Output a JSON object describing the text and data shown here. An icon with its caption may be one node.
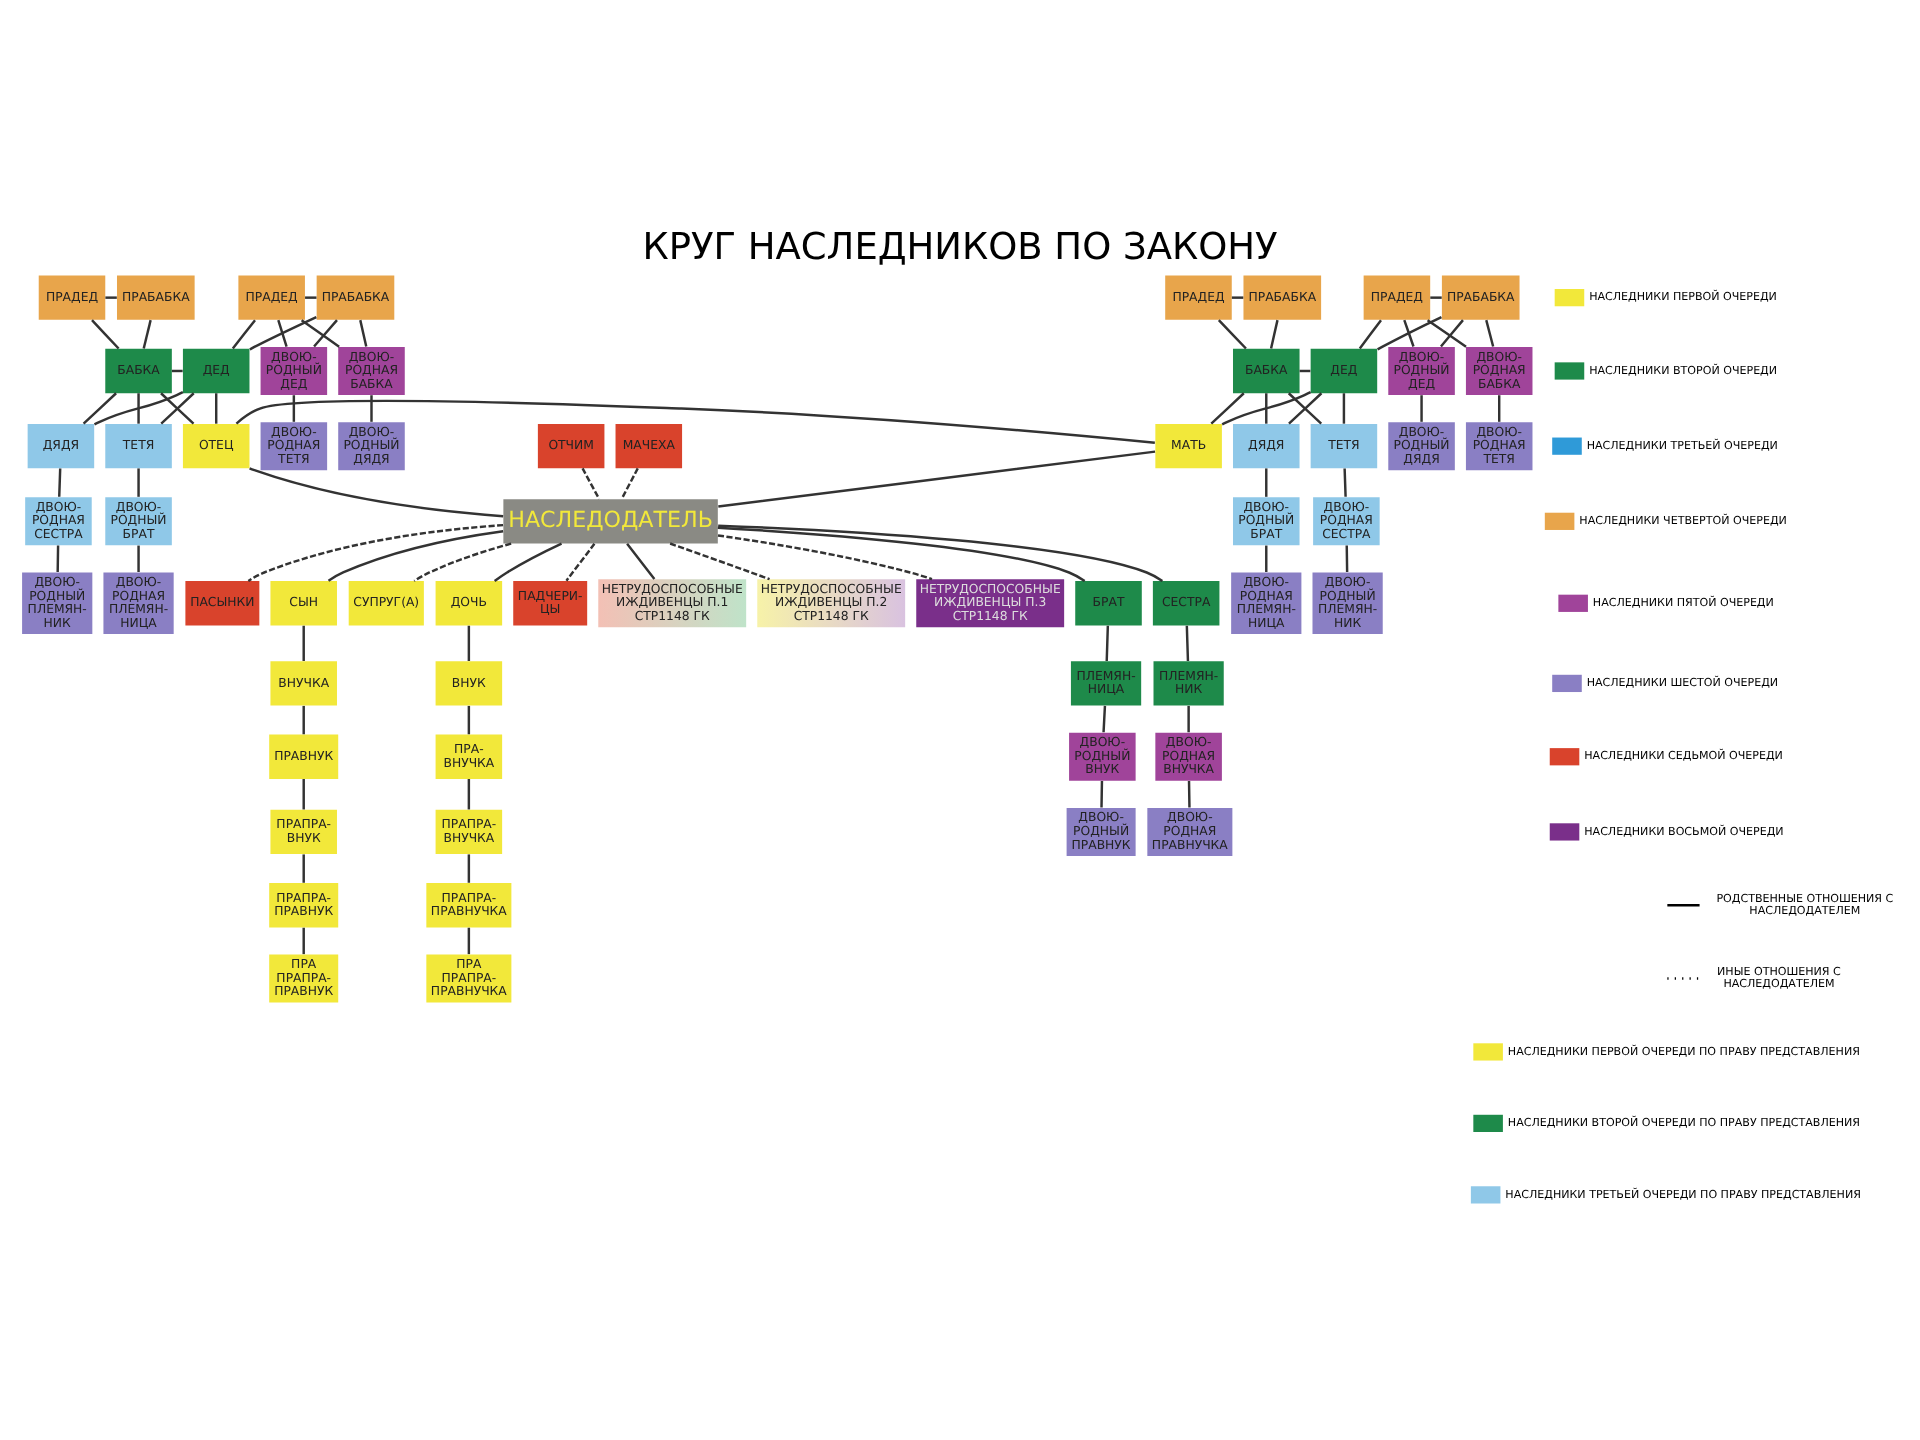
{
  "diagram": {
    "title": "КРУГ НАСЛЕДНИКОВ ПО ЗАКОНУ",
    "nodes": [
      {
        "text": [
          "ПРАДЕД"
        ]
      },
      {
        "text": [
          "ПРАБАБКА"
        ]
      },
      {
        "text": [
          "ДВОЮ- РОДНЫЙ ДЕД"
        ]
      },
      {
        "text": [
          "ДВОЮ- РОДНАЯ БАБКА"
        ]
      },
      {
        "text": [
          "ДЕД"
        ]
      },
      {
        "text": [
          "ПРАДЕД"
        ]
      },
      {
        "text": [
          "ПРАБАБКА"
        ]
      },
      {
        "text": [
          "БАБКА"
        ]
      },
      {
        "text": [
          "ДВОЮ- РОДНАЯ ТЕТЯ"
        ]
      },
      {
        "text": [
          "ДВОЮ- РОДНЫЙ ДЯДЯ"
        ]
      },
      {
        "text": [
          "ДЯДЯ"
        ]
      },
      {
        "text": [
          "ТЕТЯ"
        ]
      },
      {
        "text": [
          "ОТЕЦ"
        ]
      },
      {
        "text": [
          "ДВОЮ- РОДНАЯ СЕСТРА"
        ]
      },
      {
        "text": [
          "ДВОЮ- РОДНЫЙ БРАТ"
        ]
      },
      {
        "text": [
          "ДВОЮ- РОДНЫЙ ПЛЕМЯН- НИК"
        ]
      },
      {
        "text": [
          "ДВОЮ- РОДНАЯ ПЛЕМЯН- НИЦА"
        ]
      },
      {
        "text": [
          "ОТЧИМ"
        ]
      },
      {
        "text": [
          "МАЧЕХА"
        ]
      },
      {
        "text": [
          "ПРАДЕД"
        ]
      },
      {
        "text": [
          "ПРАБАБКА"
        ]
      },
      {
        "text": [
          "БАБКА"
        ]
      },
      {
        "text": [
          "ПРАДЕД"
        ]
      },
      {
        "text": [
          "ПРАБАБКА"
        ]
      },
      {
        "text": [
          "ДЕД"
        ]
      },
      {
        "text": [
          "ДВОЮ- РОДНАЯ БАБКА"
        ]
      },
      {
        "text": [
          "ДВОЮ- РОДНЫЙ ДЕД"
        ]
      },
      {
        "text": [
          "ДВОЮ- РОДНАЯ ТЕТЯ"
        ]
      },
      {
        "text": [
          "ДВОЮ- РОДНЫЙ ДЯДЯ"
        ]
      },
      {
        "text": [
          "МАТЬ"
        ]
      },
      {
        "text": [
          "ДЯДЯ"
        ]
      },
      {
        "text": [
          "ТЕТЯ"
        ]
      },
      {
        "text": [
          "ДВОЮ- РОДНЫЙ БРАТ"
        ]
      },
      {
        "text": [
          "ДВОЮ- РОДНАЯ СЕСТРА"
        ]
      },
      {
        "text": [
          "ДВОЮ- РОДНАЯ ПЛЕМЯН- НИЦА"
        ]
      },
      {
        "text": [
          "ДВОЮ- РОДНЫЙ ПЛЕМЯН- НИК"
        ]
      },
      {
        "text": [
          "НАСЛЕДОДАТЕЛЬ"
        ]
      },
      {
        "text": [
          "БРАТ"
        ]
      },
      {
        "text": [
          "ПЛЕМЯН- НИЦА"
        ]
      },
      {
        "text": [
          "ДВОЮ- РОДНЫЙ ВНУК"
        ]
      },
      {
        "text": [
          "ДВОЮ- РОДНЫЙ ПРАВНУК"
        ]
      },
      {
        "text": [
          "СЕСТРА"
        ]
      },
      {
        "text": [
          "ПЛЕМЯН- НИК"
        ]
      },
      {
        "text": [
          "ДВОЮ- РОДНАЯ ВНУЧКА"
        ]
      },
      {
        "text": [
          "ДВОЮ- РОДНАЯ ПРАВНУЧКА"
        ]
      },
      {
        "text": [
          "ПАСЫНКИ"
        ]
      },
      {
        "text": [
          "СЫН"
        ]
      },
      {
        "text": [
          "СУПРУГ(А)"
        ]
      },
      {
        "text": [
          "ДОЧЬ"
        ]
      },
      {
        "text": [
          "ПАДЧЕРИ- ЦЫ"
        ]
      },
      {
        "text": [
          "ВНУЧКА"
        ]
      },
      {
        "text": [
          "ПРАВНУК"
        ]
      },
      {
        "text": [
          "ПРАПРА- ВНУК"
        ]
      },
      {
        "text": [
          "ПРАПРА- ПРАВНУК"
        ]
      },
      {
        "text": [
          "ПРА ПРАПРА- ПРАВНУК"
        ]
      },
      {
        "text": [
          "ВНУК"
        ]
      },
      {
        "text": [
          "ПРА- ВНУЧКА"
        ]
      },
      {
        "text": [
          "ПРАПРА- ВНУЧКА"
        ]
      },
      {
        "text": [
          "ПРАПРА- ПРАВНУЧКА"
        ]
      },
      {
        "text": [
          "ПРА ПРАПРА- ПРАВНУЧКА"
        ]
      },
      {
        "text": [
          "НЕТРУДОСПОСОБНЫЕ ИЖДИВЕНЦЫ П.1 СТР1148 ГК"
        ]
      },
      {
        "text": [
          "НЕТРУДОСПОСОБНЫЕ ИЖДИВЕНЦЫ П.2 СТР1148 ГК"
        ]
      },
      {
        "text": [
          "НЕТРУДОСПОСОБНЫЕ ИЖДИВЕНЦЫ П.3 СТР1148 ГК"
        ]
      }
    ],
    "edges": [
      {
        "from": 0,
        "to": 1,
        "arrow": "none"
      },
      {
        "from": 0,
        "to": 2,
        "arrow": "none"
      },
      {
        "from": 1,
        "to": 2,
        "arrow": "none"
      },
      {
        "from": 0,
        "to": 3,
        "arrow": "none"
      },
      {
        "from": 1,
        "to": 3,
        "arrow": "none"
      },
      {
        "from": 0,
        "to": 4,
        "arrow": "none"
      },
      {
        "from": 1,
        "to": 4,
        "arrow": "none"
      },
      {
        "from": 5,
        "to": 6,
        "arrow": "none"
      },
      {
        "from": 5,
        "to": 7,
        "arrow": "none"
      },
      {
        "from": 6,
        "to": 7,
        "arrow": "none"
      },
      {
        "from": 2,
        "to": 8,
        "arrow": "none"
      },
      {
        "from": 3,
        "to": 9,
        "arrow": "none"
      },
      {
        "from": 4,
        "to": 7,
        "arrow": "none"
      },
      {
        "from": 4,
        "to": 10,
        "arrow": "none"
      },
      {
        "from": 7,
        "to": 10,
        "arrow": "none"
      },
      {
        "from": 4,
        "to": 11,
        "arrow": "none"
      },
      {
        "from": 7,
        "to": 11,
        "arrow": "none"
      },
      {
        "from": 4,
        "to": 12,
        "arrow": "none"
      },
      {
        "from": 7,
        "to": 12,
        "arrow": "none"
      },
      {
        "from": 10,
        "to": 13,
        "arrow": "none"
      },
      {
        "from": 11,
        "to": 14,
        "arrow": "none"
      },
      {
        "from": 13,
        "to": 15,
        "arrow": "none"
      },
      {
        "from": 14,
        "to": 16,
        "arrow": "none"
      },
      {
        "from": 19,
        "to": 20,
        "arrow": "none"
      },
      {
        "from": 19,
        "to": 21,
        "arrow": "none"
      },
      {
        "from": 20,
        "to": 21,
        "arrow": "none"
      },
      {
        "from": 22,
        "to": 23,
        "arrow": "none"
      },
      {
        "from": 22,
        "to": 24,
        "arrow": "none"
      },
      {
        "from": 23,
        "to": 24,
        "arrow": "none"
      },
      {
        "from": 22,
        "to": 25,
        "arrow": "none"
      },
      {
        "from": 23,
        "to": 25,
        "arrow": "none"
      },
      {
        "from": 22,
        "to": 26,
        "arrow": "none"
      },
      {
        "from": 23,
        "to": 26,
        "arrow": "none"
      },
      {
        "from": 25,
        "to": 27,
        "arrow": "none"
      },
      {
        "from": 26,
        "to": 28,
        "arrow": "none"
      },
      {
        "from": 21,
        "to": 24,
        "arrow": "none"
      },
      {
        "from": 21,
        "to": 29,
        "arrow": "none"
      },
      {
        "from": 24,
        "to": 29,
        "arrow": "none"
      },
      {
        "from": 21,
        "to": 30,
        "arrow": "none"
      },
      {
        "from": 24,
        "to": 30,
        "arrow": "none"
      },
      {
        "from": 21,
        "to": 31,
        "arrow": "none"
      },
      {
        "from": 24,
        "to": 31,
        "arrow": "none"
      },
      {
        "from": 30,
        "to": 32,
        "arrow": "none"
      },
      {
        "from": 31,
        "to": 33,
        "arrow": "none"
      },
      {
        "from": 32,
        "to": 34,
        "arrow": "none"
      },
      {
        "from": 33,
        "to": 35,
        "arrow": "none"
      },
      {
        "from": 12,
        "to": 29,
        "arrow": "none"
      },
      {
        "from": 12,
        "to": 36,
        "arrow": "none"
      },
      {
        "from": 29,
        "to": 36,
        "arrow": "none"
      },
      {
        "from": 17,
        "to": 36,
        "arrow": "none",
        "style": "dashed"
      },
      {
        "from": 18,
        "to": 36,
        "arrow": "none",
        "style": "dashed"
      },
      {
        "from": 36,
        "to": 37,
        "arrow": "none"
      },
      {
        "from": 37,
        "to": 38,
        "arrow": "none"
      },
      {
        "from": 38,
        "to": 39,
        "arrow": "none"
      },
      {
        "from": 39,
        "to": 40,
        "arrow": "none"
      },
      {
        "from": 36,
        "to": 41,
        "arrow": "none"
      },
      {
        "from": 41,
        "to": 42,
        "arrow": "none"
      },
      {
        "from": 42,
        "to": 43,
        "arrow": "none"
      },
      {
        "from": 43,
        "to": 44,
        "arrow": "none"
      },
      {
        "from": 36,
        "to": 45,
        "arrow": "none",
        "style": "dashed"
      },
      {
        "from": 36,
        "to": 46,
        "arrow": "none"
      },
      {
        "from": 36,
        "to": 47,
        "arrow": "none",
        "style": "dashed"
      },
      {
        "from": 36,
        "to": 48,
        "arrow": "none"
      },
      {
        "from": 36,
        "to": 49,
        "arrow": "none",
        "style": "dashed"
      },
      {
        "from": 46,
        "to": 50,
        "arrow": "none"
      },
      {
        "from": 50,
        "to": 51,
        "arrow": "none"
      },
      {
        "from": 51,
        "to": 52,
        "arrow": "none"
      },
      {
        "from": 52,
        "to": 53,
        "arrow": "none"
      },
      {
        "from": 53,
        "to": 54,
        "arrow": "none"
      },
      {
        "from": 48,
        "to": 55,
        "arrow": "none"
      },
      {
        "from": 55,
        "to": 56,
        "arrow": "none"
      },
      {
        "from": 56,
        "to": 57,
        "arrow": "none"
      },
      {
        "from": 57,
        "to": 58,
        "arrow": "none"
      },
      {
        "from": 58,
        "to": 59,
        "arrow": "none"
      },
      {
        "from": 36,
        "to": 60,
        "arrow": "none"
      },
      {
        "from": 36,
        "to": 61,
        "arrow": "none",
        "style": "dashed"
      },
      {
        "from": 36,
        "to": 62,
        "arrow": "none",
        "style": "dashed"
      }
    ],
    "legend": [
      {
        "text": "НАСЛЕДНИКИ ПЕРВОЙ ОЧЕРЕДИ",
        "color": "#f2e83a"
      },
      {
        "text": "НАСЛЕДНИКИ ВТОРОЙ ОЧЕРЕДИ",
        "color": "#1e8a4a"
      },
      {
        "text": "НАСЛЕДНИКИ ТРЕТЬЕЙ ОЧЕРЕДИ",
        "color": "#2f9ad8"
      },
      {
        "text": "НАСЛЕДНИКИ ЧЕТВЕРТОЙ ОЧЕРЕДИ",
        "color": "#e8a54b"
      },
      {
        "text": "НАСЛЕДНИКИ ПЯТОЙ ОЧЕРЕДИ",
        "color": "#a0449a"
      },
      {
        "text": "НАСЛЕДНИКИ ШЕСТОЙ ОЧЕРЕДИ",
        "color": "#8a7fc4"
      },
      {
        "text": "НАСЛЕДНИКИ СЕДЬМОЙ ОЧЕРЕДИ",
        "color": "#d9432c"
      },
      {
        "text": "НАСЛЕДНИКИ ВОСЬМОЙ ОЧЕРЕДИ",
        "color": "#7a2f8a"
      },
      {
        "text": "РОДСТВЕННЫЕ ОТНОШЕНИЯ С НАСЛЕДОДАТЕЛЕМ"
      },
      {
        "text": "ИНЫЕ ОТНОШЕНИЯ С НАСЛЕДОДАТЕЛЕМ"
      },
      {
        "text": "НАСЛЕДНИКИ ПЕРВОЙ ОЧЕРЕДИ ПО ПРАВУ ПРЕДСТАВЛЕНИЯ",
        "color": "#f2e83a"
      },
      {
        "text": "НАСЛЕДНИКИ ВТОРОЙ ОЧЕРЕДИ ПО ПРАВУ ПРЕДСТАВЛЕНИЯ",
        "color": "#1e8a4a"
      },
      {
        "text": "НАСЛЕДНИКИ ТРЕТЬЕЙ ОЧЕРЕДИ ПО ПРАВУ ПРЕДСТАВЛЕНИЯ",
        "color": "#8fc8e8"
      }
    ]
  }
}
